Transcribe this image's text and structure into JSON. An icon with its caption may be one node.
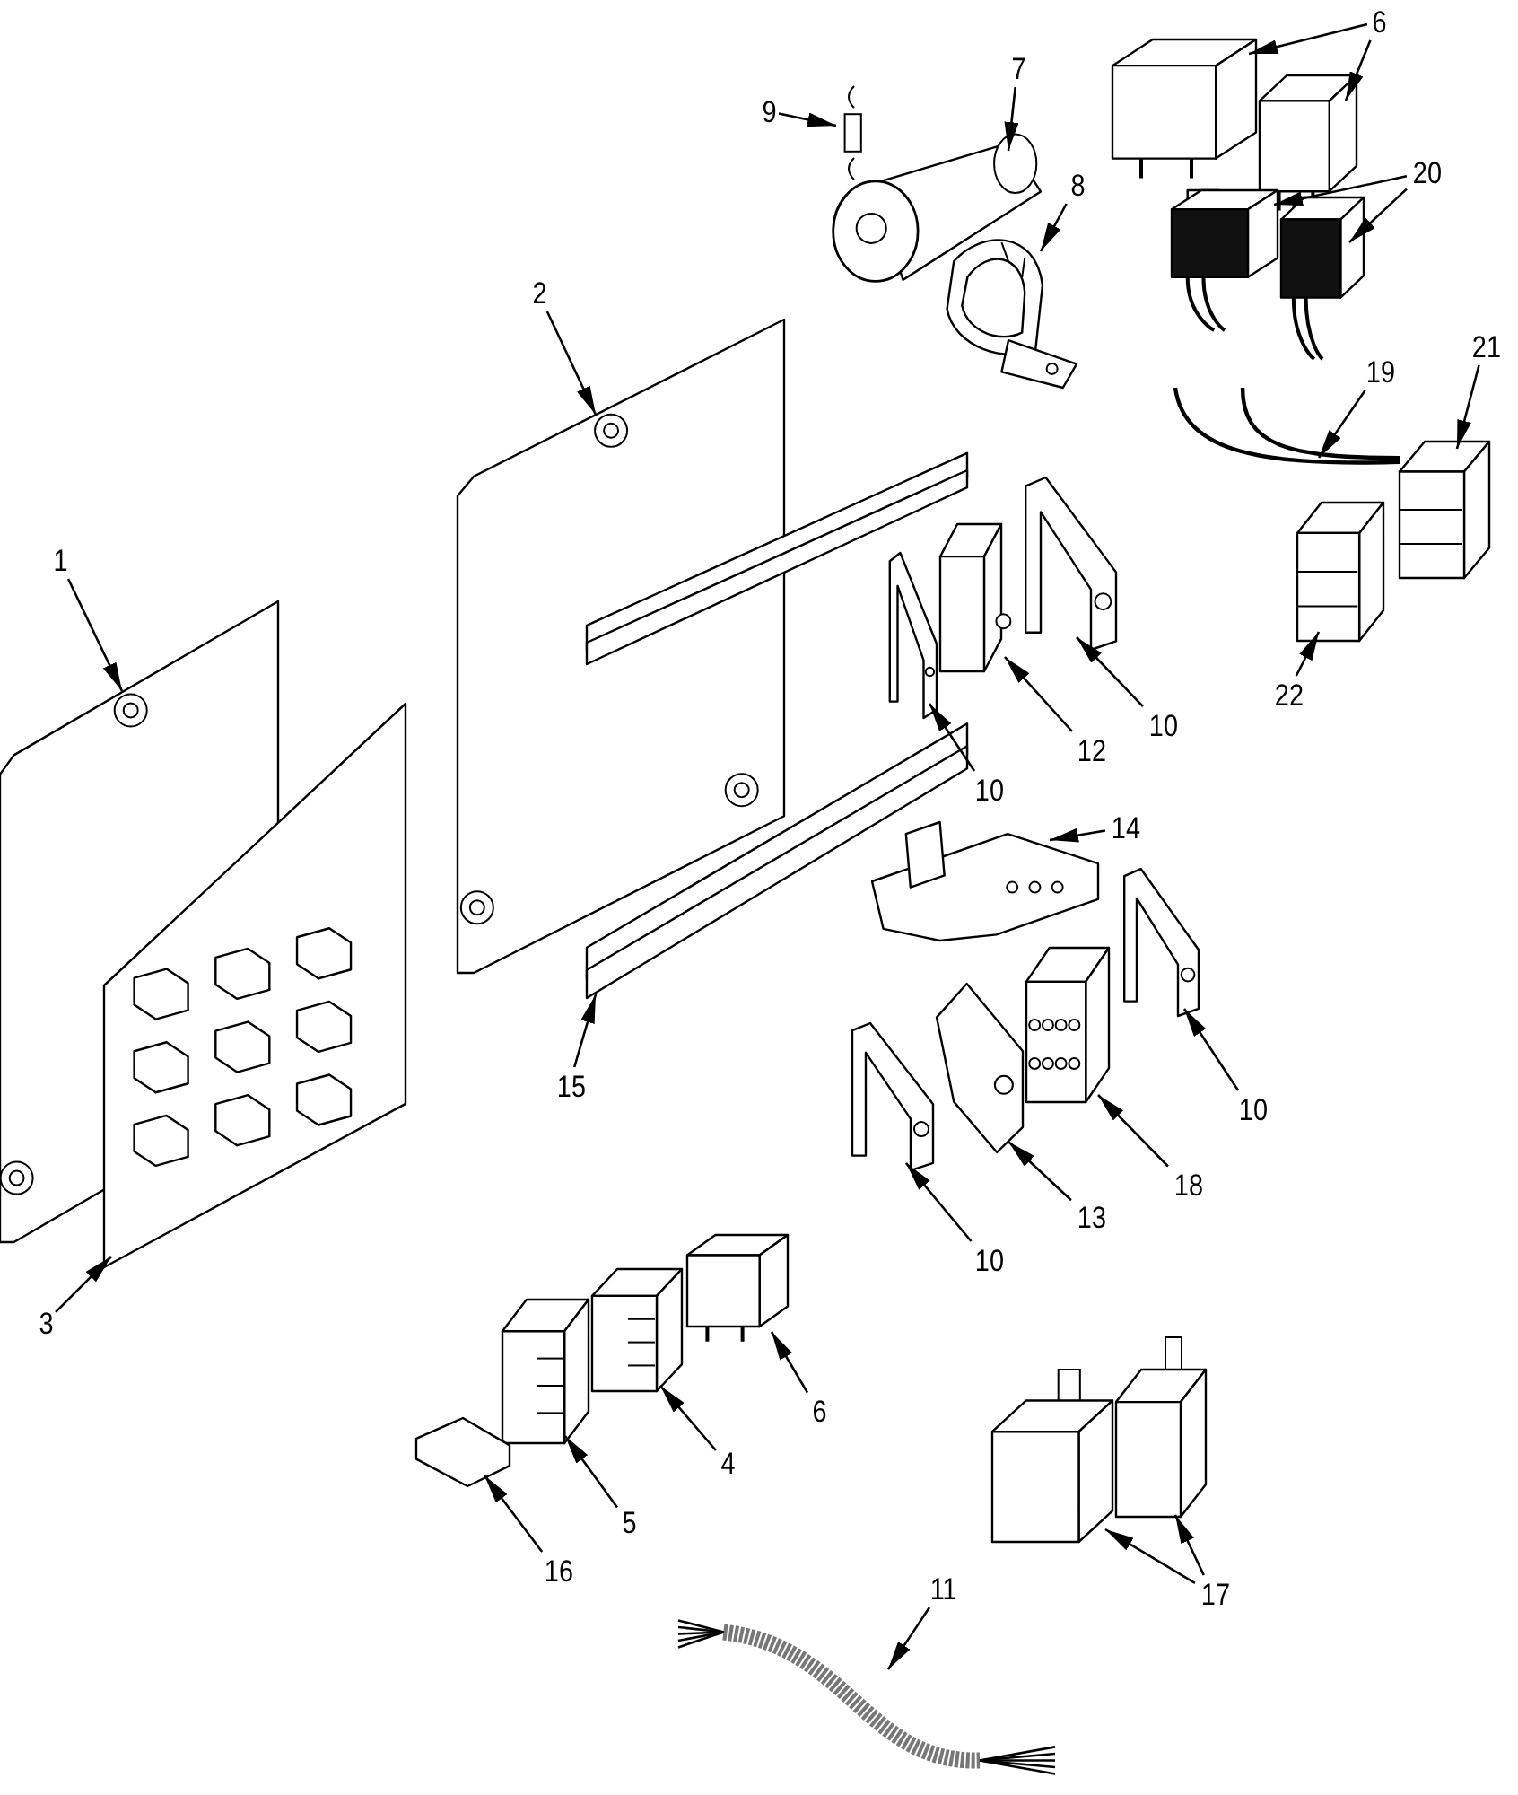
{
  "diagram": {
    "nodes": [
      {
        "text": [
          "9"
        ]
      },
      {
        "text": [],
        "shape": "picture"
      },
      {
        "text": [
          "7"
        ]
      },
      {
        "text": [],
        "shape": "picture"
      },
      {
        "text": [
          "6"
        ]
      },
      {
        "text": [],
        "shape": "picture"
      },
      {
        "text": [],
        "shape": "picture"
      },
      {
        "text": [
          "8"
        ]
      },
      {
        "text": [],
        "shape": "picture"
      },
      {
        "text": [
          "20"
        ]
      },
      {
        "text": [],
        "shape": "picture"
      },
      {
        "text": [],
        "shape": "picture"
      },
      {
        "text": [
          "2"
        ]
      },
      {
        "text": [],
        "shape": "picture"
      },
      {
        "text": [
          "19"
        ]
      },
      {
        "text": [],
        "shape": "picture"
      },
      {
        "text": [
          "21"
        ]
      },
      {
        "text": [],
        "shape": "picture"
      },
      {
        "text": [
          "1"
        ]
      },
      {
        "text": [],
        "shape": "picture"
      },
      {
        "text": [
          "22"
        ]
      },
      {
        "text": [],
        "shape": "picture"
      },
      {
        "text": [
          "10"
        ]
      },
      {
        "text": [],
        "shape": "picture"
      },
      {
        "text": [
          "12"
        ]
      },
      {
        "text": [],
        "shape": "picture"
      },
      {
        "text": [
          "10"
        ]
      },
      {
        "text": [],
        "shape": "picture"
      },
      {
        "text": [
          "14"
        ]
      },
      {
        "text": [],
        "shape": "picture"
      },
      {
        "text": [
          "15"
        ]
      },
      {
        "text": [],
        "shape": "picture"
      },
      {
        "text": [
          "10"
        ]
      },
      {
        "text": [],
        "shape": "picture"
      },
      {
        "text": [
          "18"
        ]
      },
      {
        "text": [],
        "shape": "picture"
      },
      {
        "text": [
          "13"
        ]
      },
      {
        "text": [],
        "shape": "picture"
      },
      {
        "text": [
          "10"
        ]
      },
      {
        "text": [],
        "shape": "picture"
      },
      {
        "text": [
          "3"
        ]
      },
      {
        "text": [],
        "shape": "picture"
      },
      {
        "text": [
          "6"
        ]
      },
      {
        "text": [],
        "shape": "picture"
      },
      {
        "text": [
          "4"
        ]
      },
      {
        "text": [],
        "shape": "picture"
      },
      {
        "text": [
          "5"
        ]
      },
      {
        "text": [],
        "shape": "picture"
      },
      {
        "text": [
          "16"
        ]
      },
      {
        "text": [],
        "shape": "picture"
      },
      {
        "text": [
          "11"
        ]
      },
      {
        "text": [],
        "shape": "picture"
      },
      {
        "text": [
          "17"
        ]
      },
      {
        "text": [],
        "shape": "picture"
      },
      {
        "text": [],
        "shape": "picture"
      }
    ],
    "edges": [
      {
        "from": 0,
        "to": 1,
        "arrow": "to"
      },
      {
        "from": 2,
        "to": 3,
        "arrow": "to"
      },
      {
        "from": 4,
        "to": 5,
        "arrow": "to"
      },
      {
        "from": 4,
        "to": 6,
        "arrow": "to"
      },
      {
        "from": 7,
        "to": 8,
        "arrow": "to"
      },
      {
        "from": 9,
        "to": 10,
        "arrow": "to"
      },
      {
        "from": 9,
        "to": 11,
        "arrow": "to"
      },
      {
        "from": 12,
        "to": 13,
        "arrow": "to"
      },
      {
        "from": 14,
        "to": 15,
        "arrow": "to"
      },
      {
        "from": 16,
        "to": 17,
        "arrow": "to"
      },
      {
        "from": 18,
        "to": 19,
        "arrow": "to"
      },
      {
        "from": 20,
        "to": 21,
        "arrow": "to"
      },
      {
        "from": 22,
        "to": 23,
        "arrow": "to"
      },
      {
        "from": 24,
        "to": 25,
        "arrow": "to"
      },
      {
        "from": 26,
        "to": 27,
        "arrow": "to"
      },
      {
        "from": 28,
        "to": 29,
        "arrow": "to"
      },
      {
        "from": 30,
        "to": 31,
        "arrow": "to"
      },
      {
        "from": 32,
        "to": 33,
        "arrow": "to"
      },
      {
        "from": 34,
        "to": 35,
        "arrow": "to"
      },
      {
        "from": 36,
        "to": 37,
        "arrow": "to"
      },
      {
        "from": 38,
        "to": 39,
        "arrow": "to"
      },
      {
        "from": 40,
        "to": 41,
        "arrow": "to"
      },
      {
        "from": 42,
        "to": 43,
        "arrow": "to"
      },
      {
        "from": 44,
        "to": 45,
        "arrow": "to"
      },
      {
        "from": 46,
        "to": 47,
        "arrow": "to"
      },
      {
        "from": 48,
        "to": 49,
        "arrow": "to"
      },
      {
        "from": 50,
        "to": 51,
        "arrow": "to"
      },
      {
        "from": 52,
        "to": 53,
        "arrow": "to"
      },
      {
        "from": 52,
        "to": 54,
        "arrow": "to"
      }
    ]
  }
}
